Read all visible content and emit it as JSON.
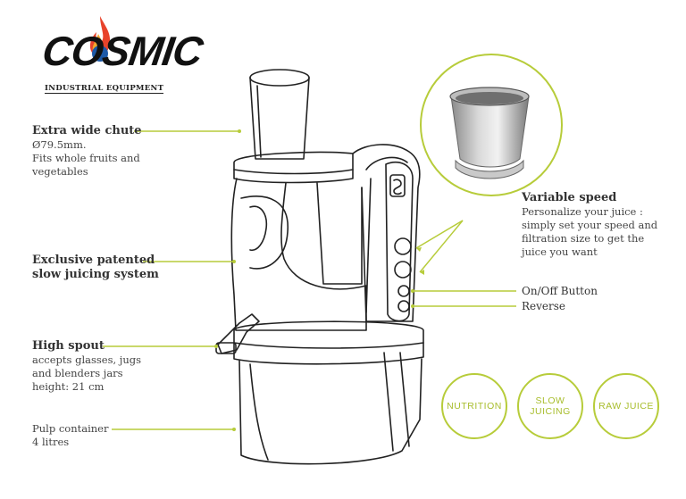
{
  "logo": {
    "name": "COSMIC",
    "subtitle": "INDUSTRIAL EQUIPMENT"
  },
  "features": {
    "chute": {
      "title": "Extra wide chute",
      "line1": "Ø79.5mm.",
      "line2": "Fits whole fruits and",
      "line3": "vegetables"
    },
    "juicing": {
      "title1": "Exclusive patented",
      "title2": "slow  juicing system"
    },
    "spout": {
      "title": "High spout",
      "line1": "accepts glasses, jugs",
      "line2": "and blenders jars",
      "line3": "height: 21 cm"
    },
    "pulp": {
      "line1": "Pulp container",
      "line2": "4 litres"
    },
    "speed": {
      "title": "Variable speed",
      "line1": "Personalize your juice :",
      "line2": "simply set your speed and",
      "line3": "filtration size to get the",
      "line4": "juice you want"
    },
    "onoff": "On/Off Button",
    "reverse": "Reverse"
  },
  "badges": {
    "nutrition": "NUTRITION",
    "slow_juicing": "SLOW\nJUICING",
    "raw_juice": "RAW JUICE"
  },
  "colors": {
    "accent": "#b7cc3a",
    "text": "#333333"
  }
}
